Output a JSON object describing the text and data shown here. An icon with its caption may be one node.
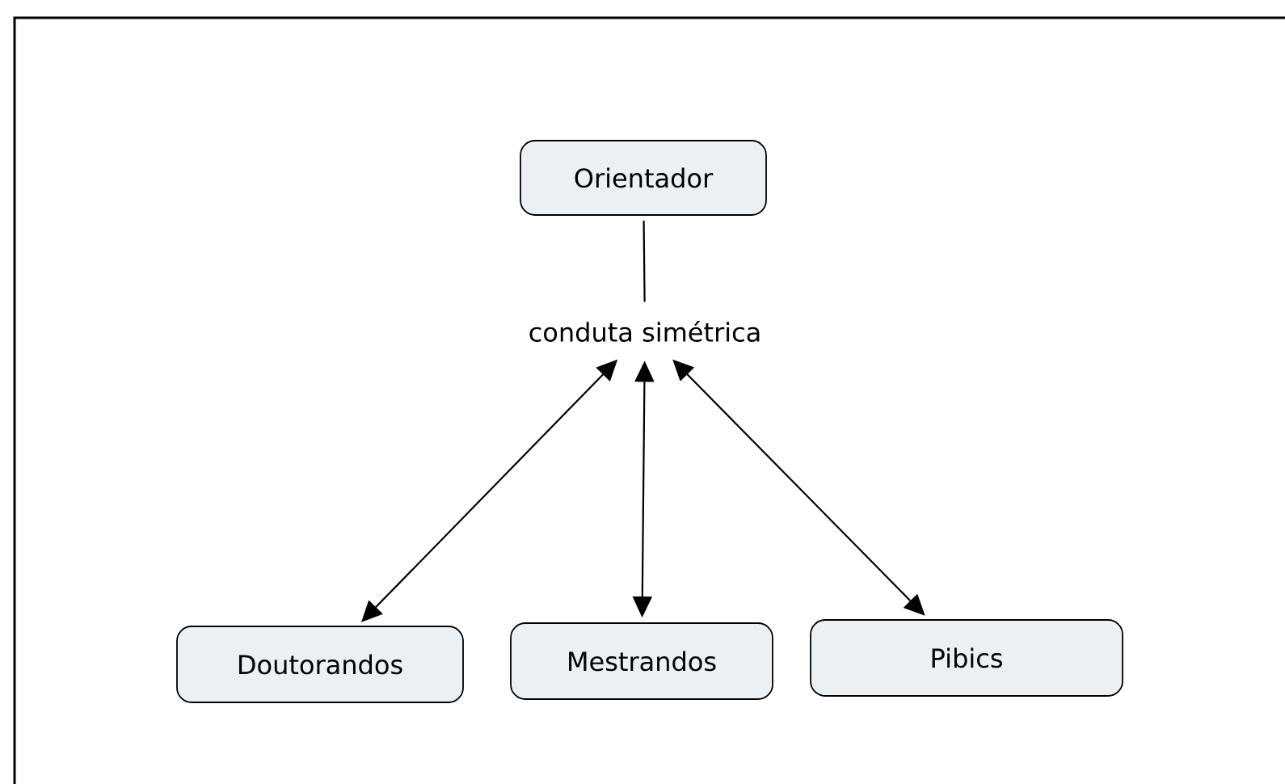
{
  "diagram": {
    "nodes": [
      {
        "text": [
          "Orientador"
        ]
      },
      {
        "text": [
          "conduta simétrica"
        ]
      },
      {
        "text": [
          "Doutorandos"
        ]
      },
      {
        "text": [
          "Mestrandos"
        ]
      },
      {
        "text": [
          "Pibics"
        ]
      }
    ],
    "edges": [
      {
        "from": 0,
        "to": 1,
        "arrow": "none"
      },
      {
        "from": 1,
        "to": 2,
        "arrow": "both"
      },
      {
        "from": 1,
        "to": 3,
        "arrow": "both"
      },
      {
        "from": 1,
        "to": 4,
        "arrow": "both"
      }
    ]
  }
}
